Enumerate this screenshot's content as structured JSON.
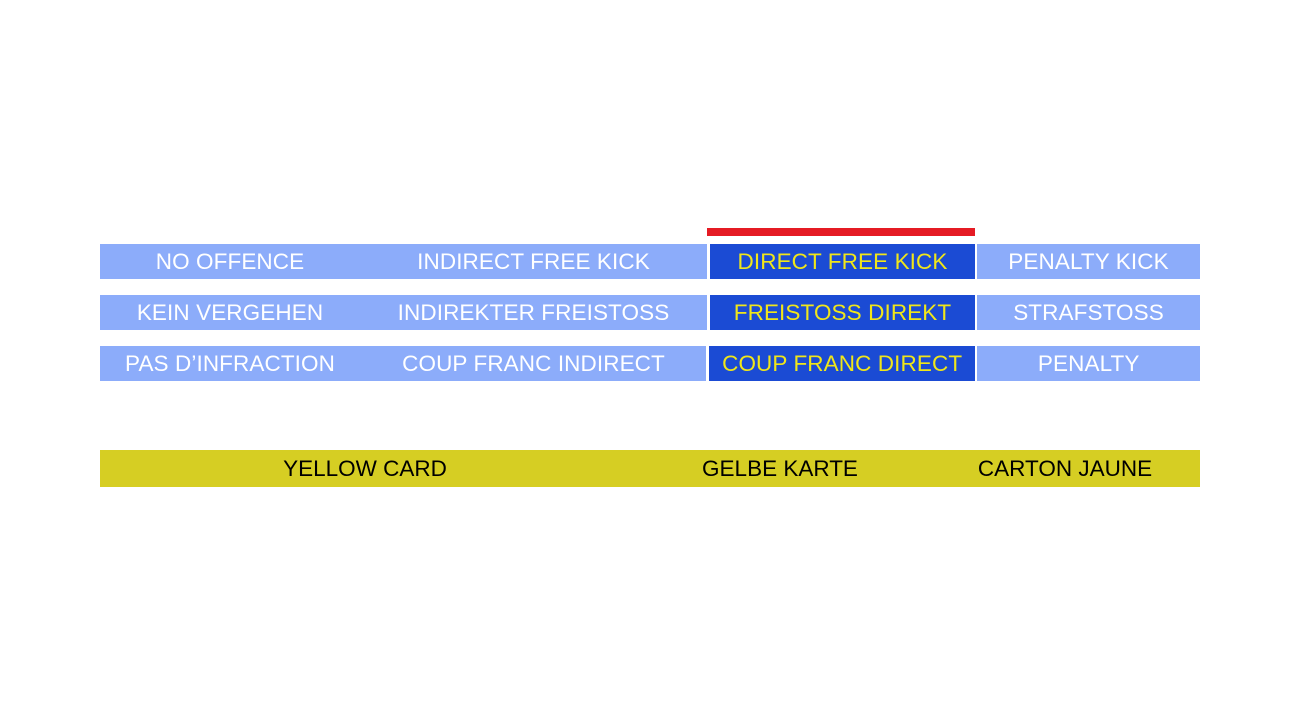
{
  "colors": {
    "background": "#ffffff",
    "light_blue": "#8cacfa",
    "highlight_blue": "#1b4bd4",
    "highlight_text": "#f0e619",
    "accent_red": "#e51b24",
    "card_yellow": "#d6ce23",
    "card_text": "#000000",
    "cell_text": "#ffffff"
  },
  "ladder": {
    "accent_bar_name": "direct-free-kick-accent-bar",
    "rows": [
      {
        "language": "english",
        "no_offence": "NO OFFENCE",
        "indirect_free_kick": "INDIRECT FREE KICK",
        "direct_free_kick": "DIRECT FREE KICK",
        "penalty_kick": "PENALTY KICK"
      },
      {
        "language": "german",
        "no_offence": "KEIN VERGEHEN",
        "indirect_free_kick": "INDIREKTER FREISTOSS",
        "direct_free_kick": "FREISTOSS DIREKT",
        "penalty_kick": "STRAFSTOSS"
      },
      {
        "language": "french",
        "no_offence": "PAS D’INFRACTION",
        "indirect_free_kick": "COUP FRANC INDIRECT",
        "direct_free_kick": "COUP FRANC DIRECT",
        "penalty_kick": "PENALTY"
      }
    ]
  },
  "card_banner": {
    "english": "YELLOW CARD",
    "german": "GELBE KARTE",
    "french": "CARTON JAUNE"
  }
}
